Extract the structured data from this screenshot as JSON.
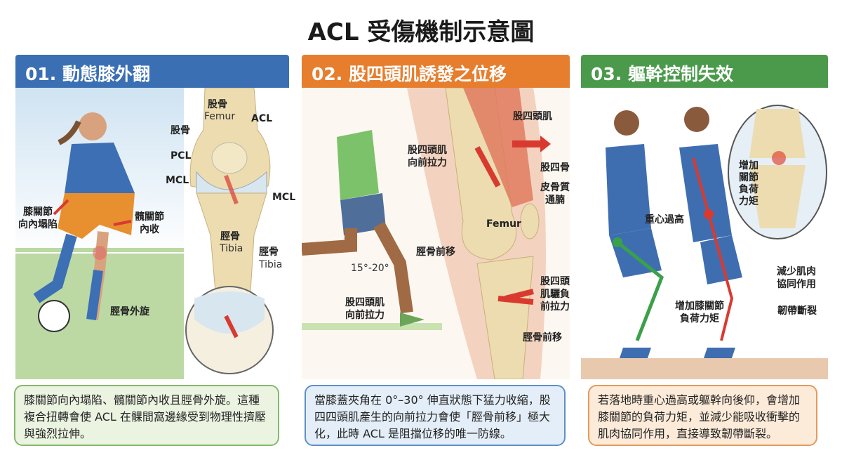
{
  "title": "ACL 受傷機制示意圖",
  "colors": {
    "panel1": "#3b6fb3",
    "panel2": "#e67e2e",
    "panel3": "#4b9a4c",
    "arrow": "#d93a2f"
  },
  "panels": [
    {
      "header": "01. 動態膝外翻",
      "labels": {
        "knee_collapse": "膝關節\n向內塌陷",
        "hip_adduction": "髖關節\n內收",
        "tibia_rotation": "脛骨外旋",
        "femur_top": "股骨",
        "femur_top_en": "Femur",
        "femur": "股骨",
        "acl": "ACL",
        "pcl": "PCL",
        "mcl_left": "MCL",
        "mcl_right": "MCL",
        "tibia_center": "脛骨",
        "tibia_center_en": "Tibia",
        "tibia_right": "脛骨",
        "tibia_right_en": "Tibia"
      },
      "caption": "膝關節向內塌陷、髖關節內收且脛骨外旋。這種複合扭轉會使 ACL 在髁間窩邊緣受到物理性擠壓與強烈拉伸。"
    },
    {
      "header": "02. 股四頭肌誘發之位移",
      "labels": {
        "quadriceps": "股四頭肌",
        "quad_pull": "股四頭肌\n向前拉力",
        "patella": "股四骨",
        "patellar_tendon": "皮骨質\n通腩",
        "femur": "Femur",
        "tibia_shift": "脛骨前移",
        "angle": "15°-20°",
        "runner_pull": "股四頭肌\n向前拉力",
        "quad_tendon_pull": "股四頭\n肌驪負\n前拉力",
        "tibia_shift_bottom": "脛骨前移"
      },
      "caption": "當膝蓋夾角在 0°–30° 伸直狀態下猛力收縮，股四四頭肌產生的向前拉力會使「脛骨前移」極大化，此時 ACL 是阻擋位移的唯一防線。"
    },
    {
      "header": "03. 軀幹控制失效",
      "labels": {
        "high_cog": "重心過高",
        "knee_moment_inset": "增加\n關節\n負荷\n力矩",
        "knee_moment": "增加膝關節\n負荷力矩",
        "reduced_cocontraction": "減少肌肉\n協同作用",
        "ligament_rupture": "韌帶斷裂"
      },
      "caption": "若落地時重心過高或軀幹向後仰，會增加膝關節的負荷力矩，並減少能吸收衝擊的肌肉協同作用，直接導致韌帶斷裂。"
    }
  ]
}
